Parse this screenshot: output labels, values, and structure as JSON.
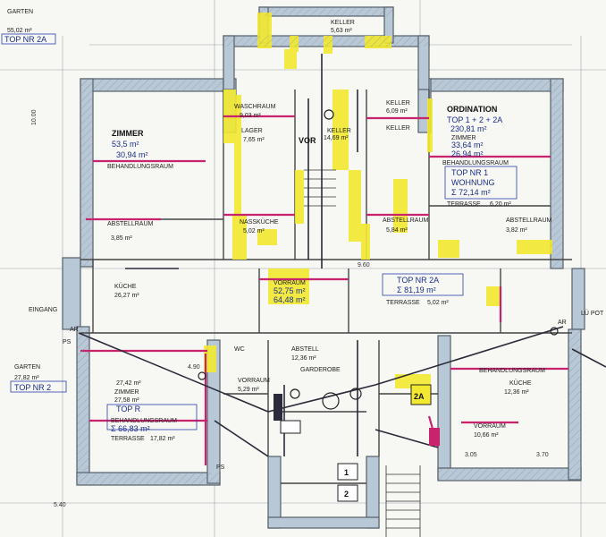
{
  "colors": {
    "wall_fill": "#b9c8d6",
    "wall_stroke": "#55606a",
    "yellow": "#f2e930",
    "magenta": "#c8246e",
    "blue_text": "#1c2f8a",
    "route": "#2a2a3a"
  },
  "labels": {
    "garten_top": "GARTEN",
    "garten_top_area": "55,02 m²",
    "top_nr_2a": "TOP NR 2A",
    "garten_left": "GARTEN",
    "garten_left_area": "27,82 m²",
    "top_nr_2": "TOP NR 2",
    "eingang": "EINGANG",
    "keller_top": "KELLER",
    "keller_top_area": "5,63 m²",
    "zimmer": "ZIMMER",
    "zimmer_area1": "53,5 m²",
    "zimmer_area2": "30,94 m²",
    "behandlungsraum_1": "BEHANDLUNGSRAUM",
    "wasch_raum": "WASCHRAUM",
    "wasch_area": "9,03 m²",
    "lager": "LAGER",
    "lager_area": "7,65 m²",
    "vor": "VOR",
    "keller_mid": "KELLER",
    "keller_mid_area": "14,69 m²",
    "keller_right": "KELLER",
    "keller_right_area": "6,09 m²",
    "keller_mid2": "KELLER",
    "ordination": "ORDINATION",
    "ordination_top": "TOP 1 + 2 + 2A",
    "ordination_area": "230,81 m²",
    "zimmer_r": "ZIMMER",
    "zimmer_r_area": "33,64 m²",
    "zimmer_r_area2": "26,94 m²",
    "behandlungsraum_r": "BEHANDLUNGSRAUM",
    "top_nr_1": "TOP NR 1",
    "wohnung": "WOHNUNG",
    "wohnung_area": "Σ 72,14 m²",
    "terrasse_r": "TERRASSE",
    "terrasse_r_area": "6,20 m²",
    "abstellraum_1": "ABSTELLRAUM",
    "abstellraum_1_area": "5,84 m²",
    "abstellraum_2": "ABSTELLRAUM",
    "abstellraum_2_area": "3,82 m²",
    "nasskueche": "NASSKÜCHE",
    "nasskueche_area": "5,02 m²",
    "abstell_l": "ABSTELLRAUM",
    "abstell_l_area": "3,85 m²",
    "kueche_l": "KÜCHE",
    "kueche_l_area": "26,27 m²",
    "vorraum_c": "VORRAUM",
    "vorraum_c_area": "52,75 m²",
    "vorraum_c_area2": "64,48 m²",
    "top_nr_2a_c": "TOP NR 2A",
    "top_nr_2a_c_area": "Σ 81,19 m²",
    "terrasse_c": "TERRASSE",
    "terrasse_c_area": "5,02 m²",
    "top_r_lower": "TOP R",
    "zimmer_lower": "ZIMMER",
    "zimmer_lower_area": "27,42 m²",
    "zimmer_lower_area2": "27,58 m²",
    "behandlungsraum_l": "BEHANDLUNGSRAUM",
    "lower_sum": "Σ 66,83 m²",
    "terrasse_l": "TERRASSE",
    "terrasse_l_area": "17,82 m²",
    "vorraum_l": "VORRAUM",
    "vorraum_l_area": "5,29 m²",
    "wc": "WC",
    "garderobe": "GARDEROBE",
    "abstell_c": "ABSTELL",
    "abstell_c_area": "12,36 m²",
    "behandlungsraum_lr": "BEHANDLUNGSRAUM",
    "kueche_r": "KÜCHE",
    "kueche_r_area": "12,36 m²",
    "vorraum_r": "VORRAUM",
    "vorraum_r_area": "10,66 m²",
    "marker_2a": "2A",
    "marker_1": "1",
    "marker_2": "2",
    "ar_left": "AR",
    "ar_right": "AR",
    "ps_left": "PS",
    "ps_lower": "PS",
    "lue_right": "LÜ POT",
    "dim_960": "9.60",
    "dim_540": "5.40",
    "dim_1000": "10.00",
    "dim_490": "4.90",
    "dim_305": "3.05",
    "dim_370": "3.70"
  }
}
